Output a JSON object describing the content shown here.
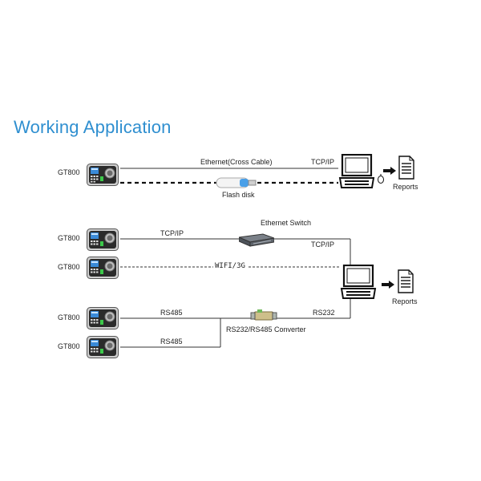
{
  "title": "Working Application",
  "device_name": "GT800",
  "section1": {
    "ethernet_label": "Ethernet(Cross Cable)",
    "tcpip_label": "TCP/IP",
    "flash_label": "Flash disk",
    "reports_label": "Reports"
  },
  "section2": {
    "tcpip_left": "TCP/IP",
    "switch_label": "Ethernet Switch",
    "tcpip_right": "TCP/IP",
    "wifi_label": "WIFI/3G",
    "rs485_a": "RS485",
    "rs485_b": "RS485",
    "converter_label": "RS232/RS485 Converter",
    "rs232_label": "RS232",
    "reports_label": "Reports"
  },
  "colors": {
    "title": "#2f8fd0",
    "line": "#333333"
  }
}
